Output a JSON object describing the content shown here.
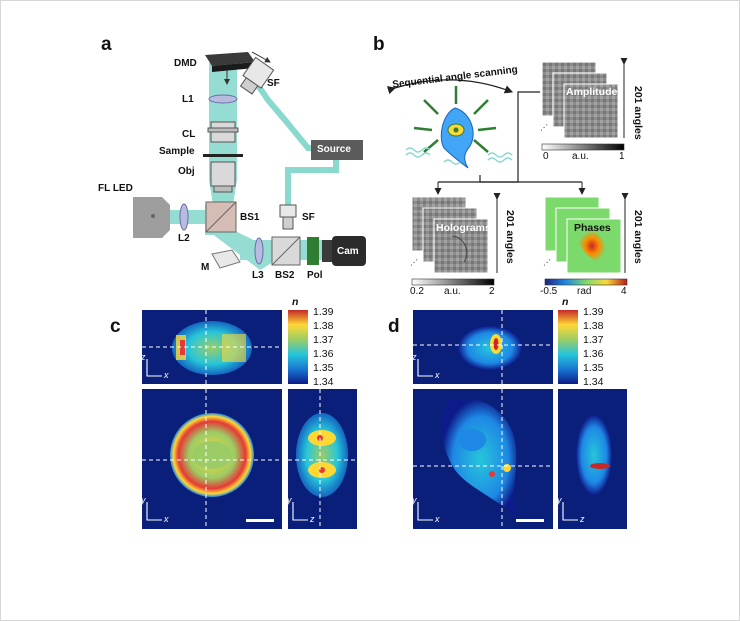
{
  "panels": {
    "a": "a",
    "b": "b",
    "c": "c",
    "d": "d"
  },
  "optics": {
    "dmd": "DMD",
    "sf_top": "SF",
    "l1": "L1",
    "cl": "CL",
    "sample": "Sample",
    "obj": "Obj",
    "source": "Source",
    "fl_led": "FL LED",
    "l2": "L2",
    "bs1": "BS1",
    "sf_mid": "SF",
    "m": "M",
    "l3": "L3",
    "bs2": "BS2",
    "pol": "Pol",
    "cam": "Cam"
  },
  "panel_b": {
    "scan_title": "Sequential angle scanning",
    "amplitudes": {
      "title": "Amplitudes",
      "angles": "201 angles",
      "min": "0",
      "unit": "a.u.",
      "max": "1"
    },
    "holograms": {
      "title": "Holograms",
      "angles": "201 angles",
      "min": "0.2",
      "unit": "a.u.",
      "max": "2"
    },
    "phases": {
      "title": "Phases",
      "angles": "201 angles",
      "min": "-0.5",
      "unit": "rad",
      "max": "4"
    }
  },
  "colorbar": {
    "label": "n",
    "ticks": [
      "1.39",
      "1.38",
      "1.37",
      "1.36",
      "1.35",
      "1.34"
    ]
  },
  "axes": {
    "x": "x",
    "y": "y",
    "z": "z"
  },
  "colors": {
    "beam": "#8ad9cf",
    "green": "#2e7d32",
    "bg_map": "#0a1f7a",
    "jet_hot": "#d81b1b"
  }
}
